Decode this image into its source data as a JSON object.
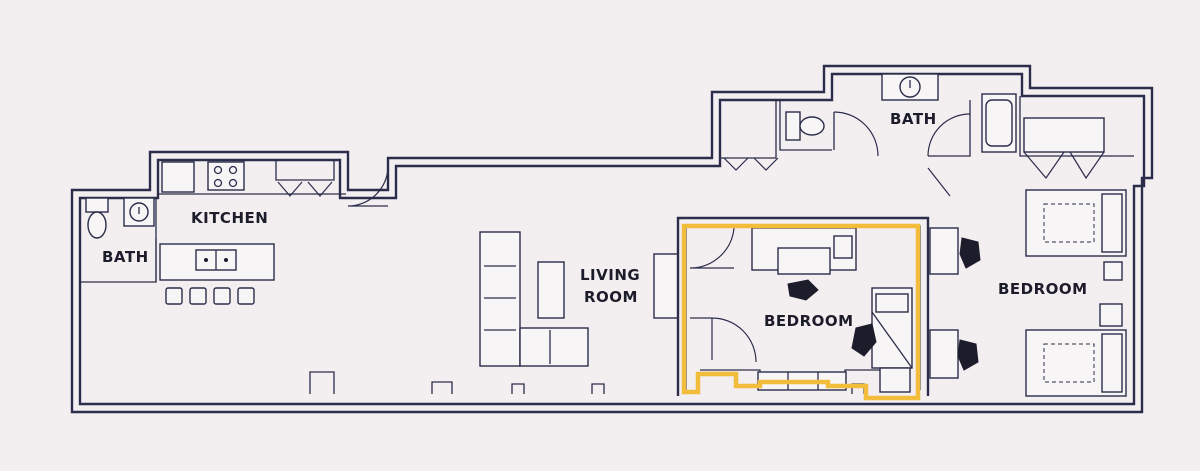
{
  "rooms": {
    "kitchen": "KITCHEN",
    "bath_left": "BATH",
    "living_line1": "LIVING",
    "living_line2": "ROOM",
    "bedroom_center": "BEDROOM",
    "bath_top": "BATH",
    "bedroom_right": "BEDROOM"
  },
  "colors": {
    "wall": "#2b2d4a",
    "highlight": "#f2bd3b",
    "background": "#f3eff1"
  }
}
